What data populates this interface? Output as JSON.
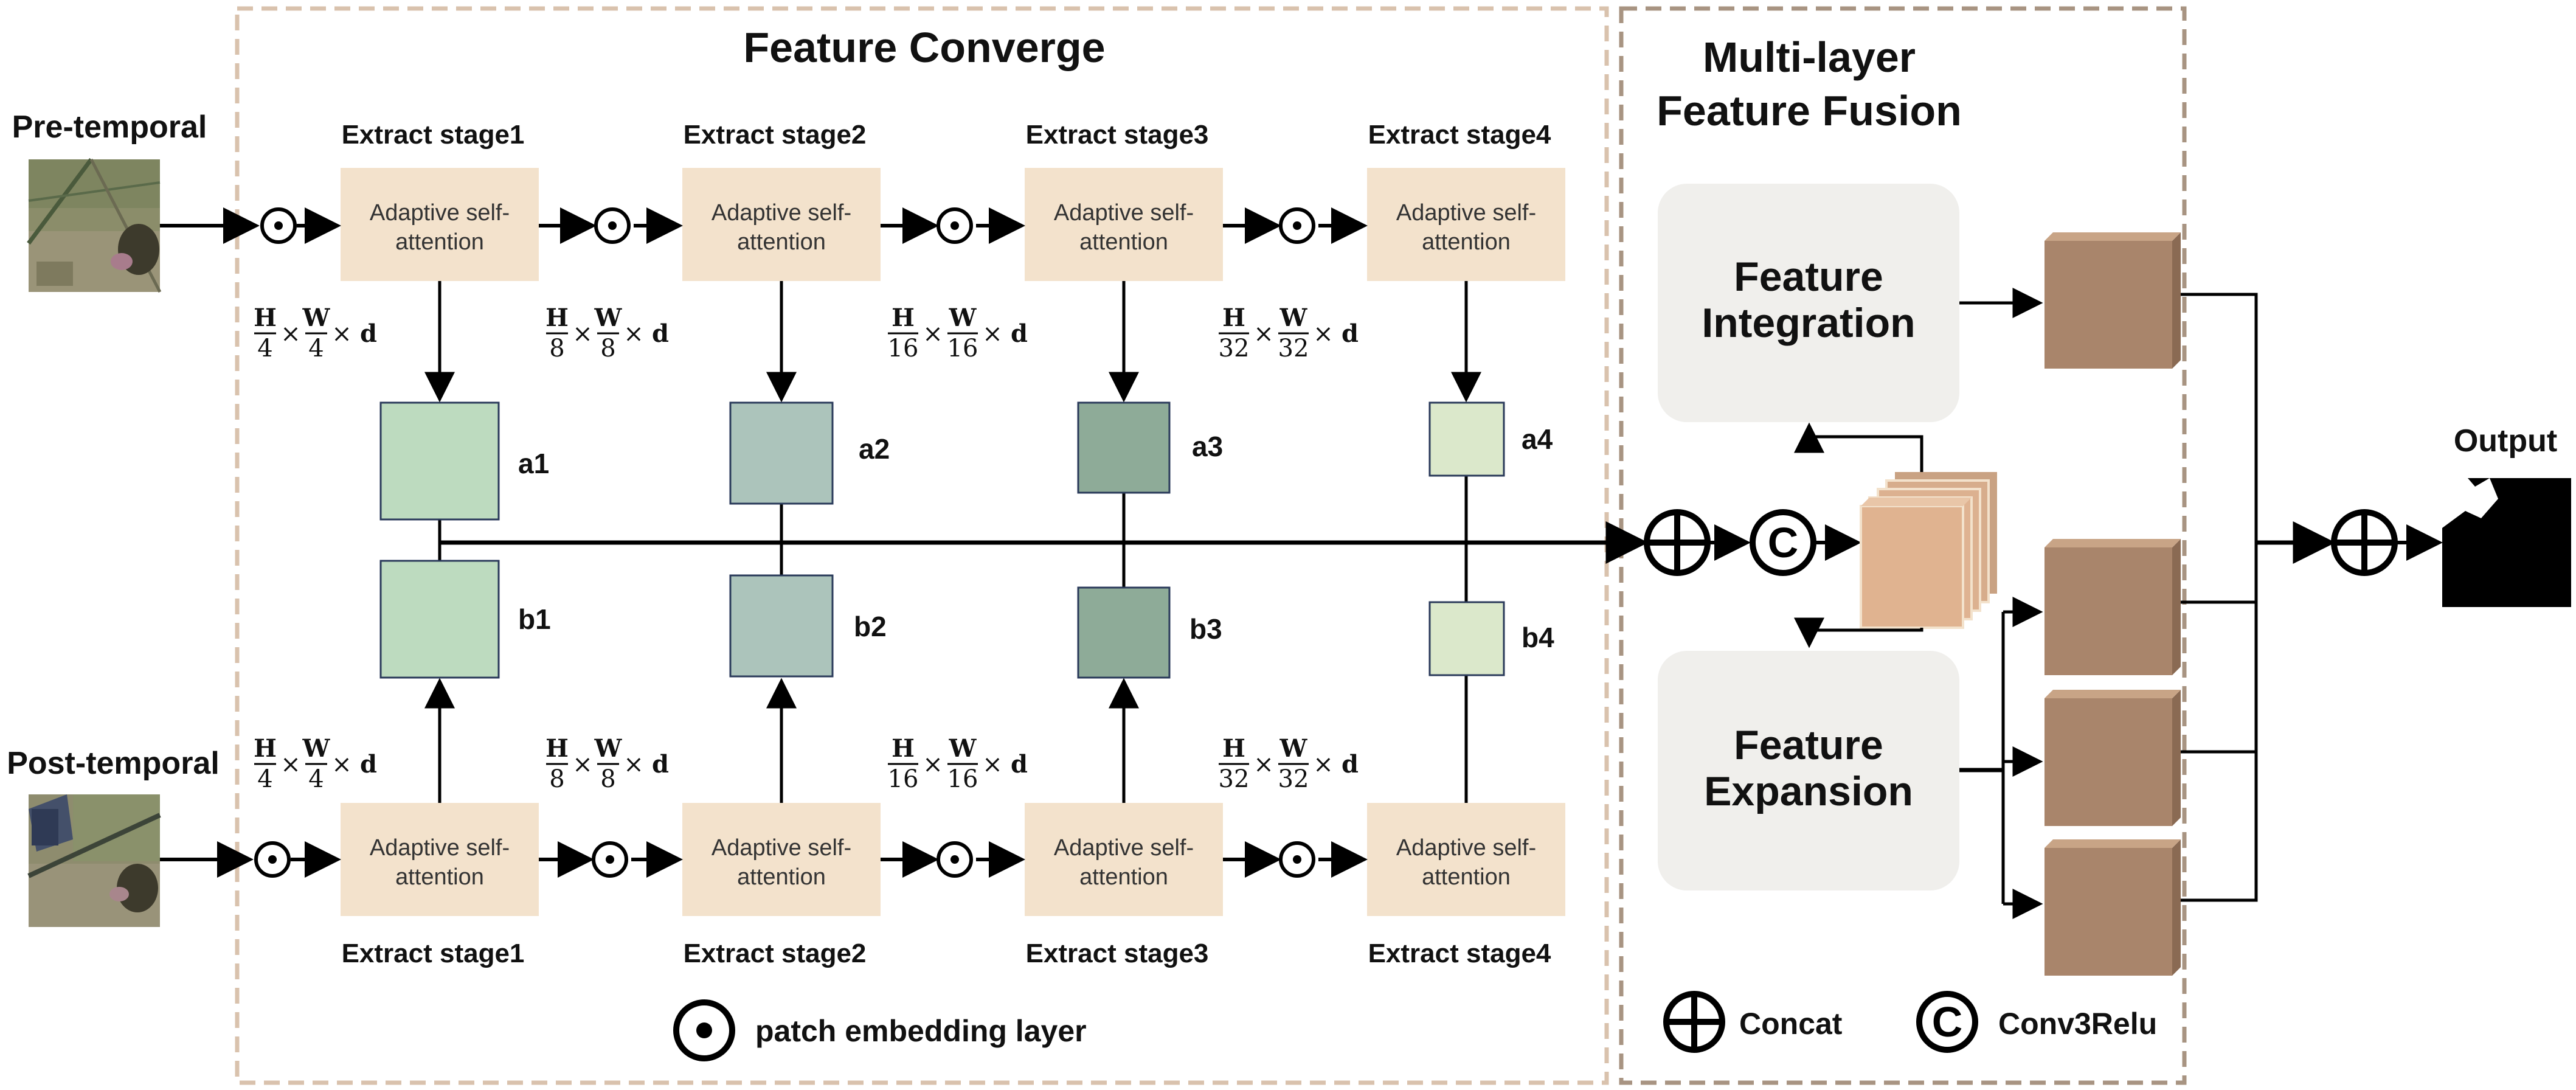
{
  "colors": {
    "attention_box": "#f3e2cc",
    "a1": "#bddbbf",
    "a2": "#acc4bb",
    "a3": "#8eab98",
    "a4": "#dbe8cb",
    "fusion_box": "#f0efec",
    "block_front": "#a9856b",
    "block_side": "#8a6a53",
    "block_top": "#c8a486",
    "stack_front": "#e0b390",
    "dash_left": "#d9c2ad",
    "dash_right": "#a89482"
  },
  "titles": {
    "feature_converge": "Feature Converge",
    "fusion_line1": "Multi-layer",
    "fusion_line2": "Feature Fusion"
  },
  "inputs": {
    "pre": "Pre-temporal",
    "post": "Post-temporal"
  },
  "stages_top": [
    "Extract stage1",
    "Extract stage2",
    "Extract stage3",
    "Extract stage4"
  ],
  "stages_bottom": [
    "Extract stage1",
    "Extract stage2",
    "Extract stage3",
    "Extract stage4"
  ],
  "attention_line1": "Adaptive self-",
  "attention_line2": "attention",
  "dims": [
    {
      "h": "H",
      "w": "W",
      "den": "4",
      "d": "d"
    },
    {
      "h": "H",
      "w": "W",
      "den": "8",
      "d": "d"
    },
    {
      "h": "H",
      "w": "W",
      "den": "16",
      "d": "d"
    },
    {
      "h": "H",
      "w": "W",
      "den": "32",
      "d": "d"
    }
  ],
  "times": "×",
  "a_labels": [
    "a1",
    "a2",
    "a3",
    "a4"
  ],
  "b_labels": [
    "b1",
    "b2",
    "b3",
    "b4"
  ],
  "fusion": {
    "integration_line1": "Feature",
    "integration_line2": "Integration",
    "expansion_line1": "Feature",
    "expansion_line2": "Expansion"
  },
  "output": "Output",
  "legend": {
    "patch": "patch embedding layer",
    "concat": "Concat",
    "conv": "Conv3Relu",
    "conv_symbol": "C"
  }
}
